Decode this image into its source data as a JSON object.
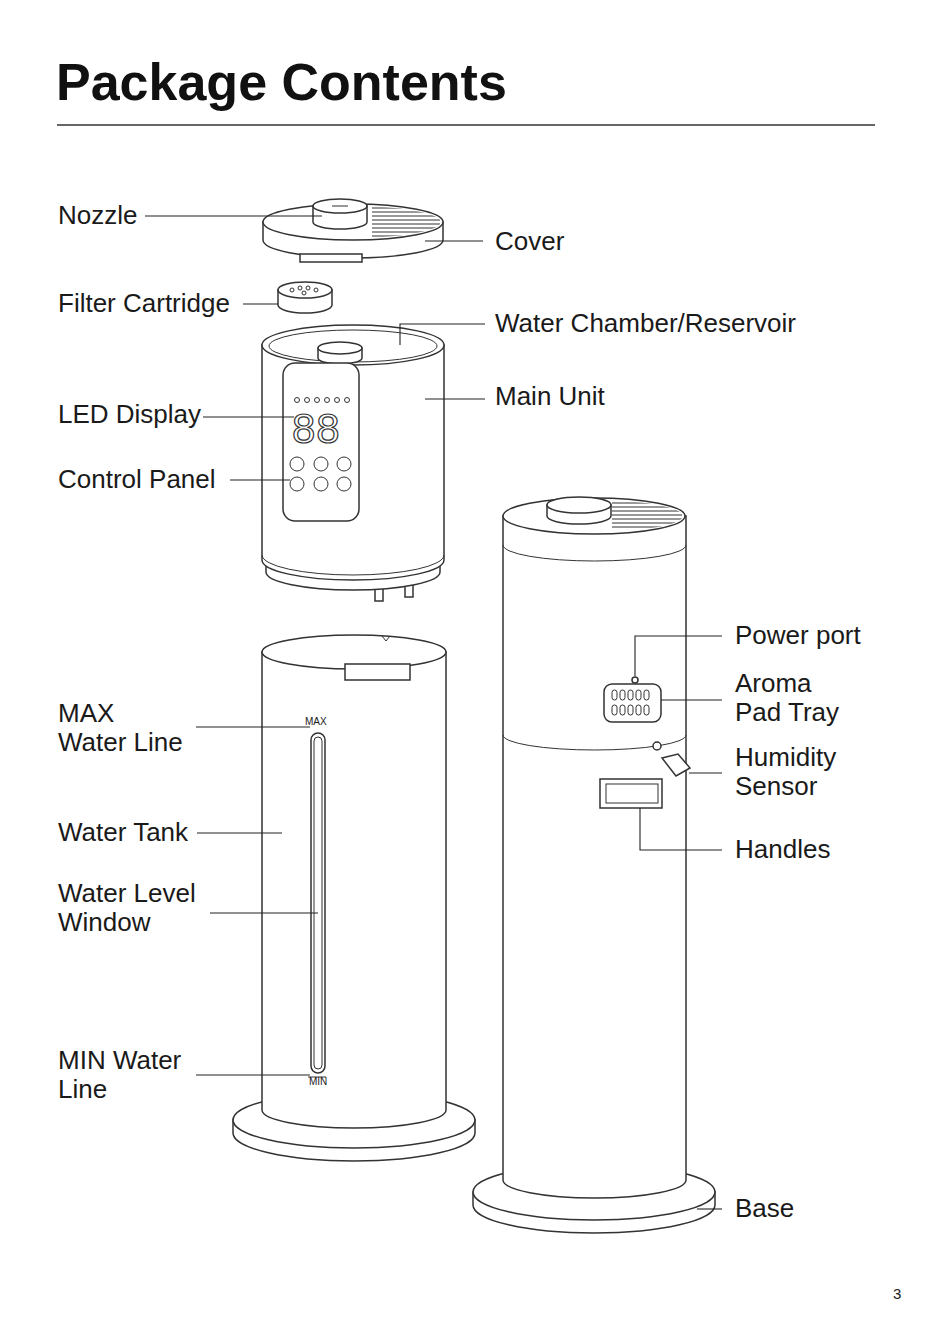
{
  "diagram": {
    "title": "Package Contents",
    "labels": [
      "Nozzle",
      "Cover",
      "Filter Cartridge",
      "Water Chamber/Reservoir",
      "Main Unit",
      "LED Display",
      "88",
      "Control Panel",
      "Power port",
      "Aroma Pad Tray",
      "MAX",
      "MAX Water Line",
      "Humidity Sensor",
      "Water Tank",
      "Handles",
      "Water Level Window",
      "MIN Water Line",
      "MIN",
      "Base",
      "3"
    ]
  }
}
